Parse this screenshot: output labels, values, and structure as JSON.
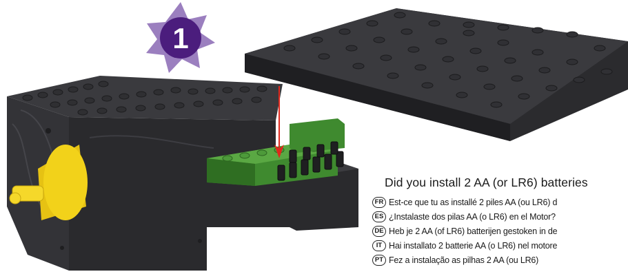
{
  "step": {
    "number": "1"
  },
  "colors": {
    "brick_dark": "#2b2b2e",
    "brick_top": "#3a3a3e",
    "green_brick": "#3f8a2f",
    "yellow_axle": "#f2d21a",
    "star_purple": "#9b7fbf",
    "badge_purple": "#4b1d7d",
    "arrow_red": "#e0281c"
  },
  "icons": [
    "step-star-icon",
    "down-arrow-icon"
  ],
  "instructions": {
    "headline": "Did you install 2 AA (or LR6) batteries",
    "translations": [
      {
        "code": "FR",
        "text": "Est-ce que tu as installé 2 piles AA (ou LR6) d"
      },
      {
        "code": "ES",
        "text": "¿Instalaste dos pilas AA (o LR6) en el Motor?"
      },
      {
        "code": "DE",
        "text": "Heb je 2 AA (of LR6) batterijen gestoken in de"
      },
      {
        "code": "IT",
        "text": "Hai installato 2 batterie AA (o LR6) nel motore"
      },
      {
        "code": "PT",
        "text": "Fez a instalação as pilhas 2 AA (ou LR6)"
      }
    ]
  }
}
